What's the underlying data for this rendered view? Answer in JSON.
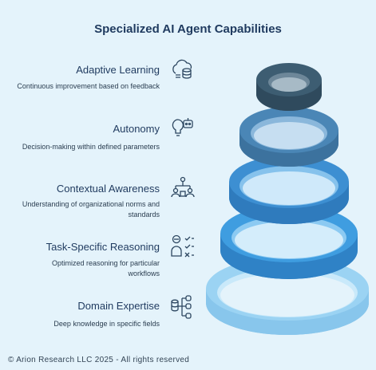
{
  "title": "Specialized AI Agent Capabilities",
  "levels": [
    {
      "title": "Adaptive Learning",
      "desc": "Continuous improvement based on feedback",
      "icon": "cloud-database-icon"
    },
    {
      "title": "Autonomy",
      "desc": "Decision-making within defined parameters",
      "icon": "lightbulb-robot-icon"
    },
    {
      "title": "Contextual Awareness",
      "desc": "Understanding of organizational norms and standards",
      "icon": "org-chart-people-icon"
    },
    {
      "title": "Task-Specific Reasoning",
      "desc": "Optimized reasoning for particular workflows",
      "icon": "person-checklist-icon"
    },
    {
      "title": "Domain Expertise",
      "desc": "Deep knowledge in specific fields",
      "icon": "database-hierarchy-icon"
    }
  ],
  "colors": {
    "background": "#e4f3fb",
    "ring_colors": [
      "#3d5d72",
      "#4a86b6",
      "#3d8fd2",
      "#3f9de0",
      "#9bd3f3"
    ],
    "icon_stroke": "#2c4660"
  },
  "footer": "© Arion Research LLC 2025 - All rights reserved"
}
